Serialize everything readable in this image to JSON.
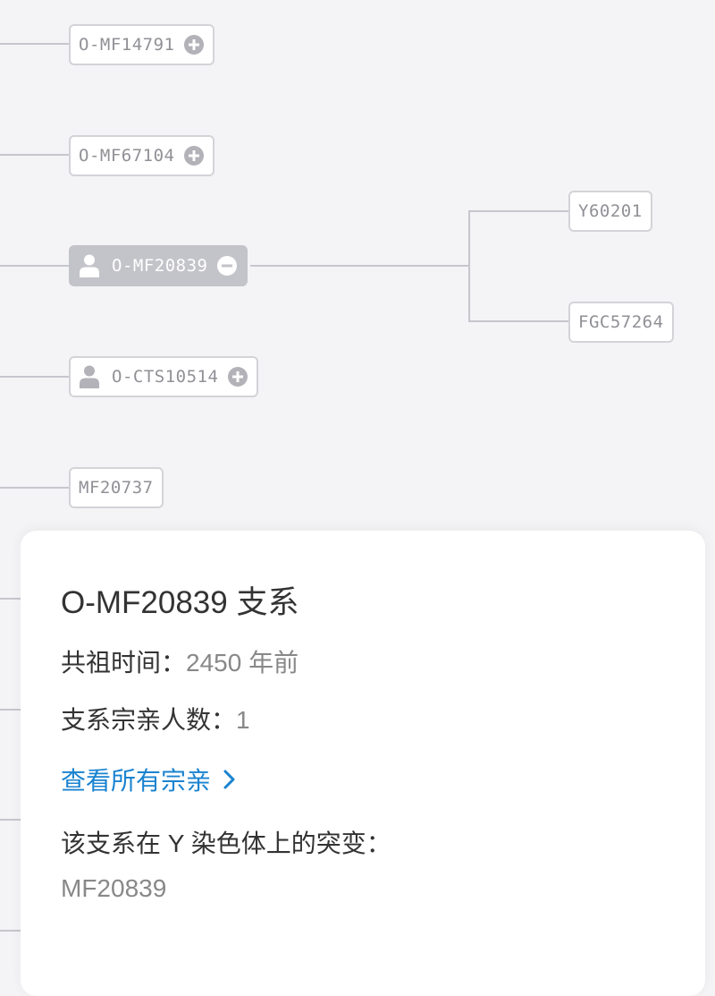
{
  "tree": {
    "nodes": [
      {
        "id": "O-MF14791",
        "toggle": "expand",
        "has_person": false
      },
      {
        "id": "O-MF67104",
        "toggle": "expand",
        "has_person": false
      },
      {
        "id": "O-MF20839",
        "toggle": "collapse",
        "has_person": true,
        "selected": true
      },
      {
        "id": "O-CTS10514",
        "toggle": "expand",
        "has_person": true
      },
      {
        "id": "MF20737",
        "toggle": "none",
        "has_person": false
      }
    ],
    "children": [
      {
        "id": "Y60201"
      },
      {
        "id": "FGC57264"
      }
    ],
    "icons": {
      "expand": "plus-circle-icon",
      "collapse": "minus-circle-icon",
      "person": "person-icon"
    }
  },
  "panel": {
    "title": "O-MF20839 支系",
    "tmrca_label": "共祖时间：",
    "tmrca_value": "2450 年前",
    "count_label": "支系宗亲人数：",
    "count_value": "1",
    "link_text": "查看所有宗亲",
    "link_icon": "chevron-right-icon",
    "mutation_label": "该支系在 Y 染色体上的突变：",
    "mutation_value": "MF20839"
  },
  "colors": {
    "background": "#f4f4f6",
    "line": "#c6c6ce",
    "node_border": "#d3d3d8",
    "node_text": "#909096",
    "selected_node": "#c3c3ca",
    "link": "#1a83d0"
  }
}
